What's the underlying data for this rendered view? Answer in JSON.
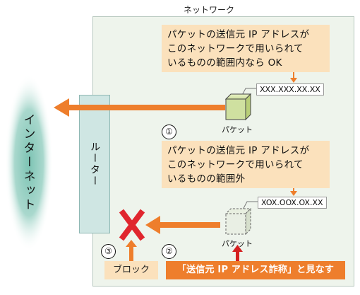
{
  "network": {
    "title": "ネットワーク"
  },
  "note_ok": {
    "line1": "パケットの送信元 IP アドレスが",
    "line2": "このネットワークで用いられて",
    "line3": "いるものの範囲内なら OK"
  },
  "note_ng": {
    "line1": "パケットの送信元 IP アドレスが",
    "line2": "このネットワークで用いられて",
    "line3": "いるものの範囲外"
  },
  "packet_ok": {
    "address": "XXX.XXX.XX.XX",
    "label": "パケット"
  },
  "packet_ng": {
    "address": "XOX.OOX.OX.XX",
    "label": "パケット"
  },
  "router": {
    "label": "ルーター"
  },
  "internet": {
    "label": "インターネット"
  },
  "steps": {
    "one": "①",
    "two": "②",
    "three": "③"
  },
  "block": {
    "label": "ブロック"
  },
  "spoof": {
    "label": "「送信元 IP アドレス詐称」と見なす"
  },
  "colors": {
    "arrow": "#ee7e2c",
    "note_bg": "#fbe1bc",
    "network_bg": "#eef4ec",
    "router_bg": "#cfe6e3",
    "cross": "#e0262e",
    "spoof_arrow": "#d42020"
  }
}
